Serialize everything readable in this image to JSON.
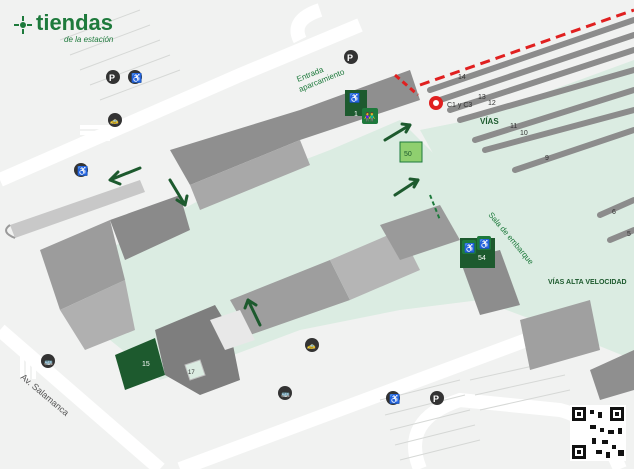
{
  "brand": {
    "name": "tiendas",
    "tagline": "de la estación",
    "color": "#1e7a3c"
  },
  "labels": {
    "entrance": [
      "Entrada",
      "aparcamiento"
    ],
    "vias": "VÍAS",
    "vias_alta": "VÍAS ALTA VELOCIDAD",
    "sala": "Sala de embarque",
    "street": "Av. Salamanca",
    "cercanias": "C1 y C3"
  },
  "track_numbers": [
    "14",
    "13",
    "12",
    "11",
    "10",
    "9",
    "6",
    "5"
  ],
  "shops": {
    "s1": "1",
    "s15": "15",
    "s17": "17",
    "s50": "50",
    "s54": "54"
  },
  "icons": [
    "parking-icon",
    "accessibility-icon",
    "taxi-icon",
    "bus-icon",
    "toilets-icon",
    "train-icon",
    "qr-code"
  ],
  "colors": {
    "green": "#1e7a3c",
    "dark_green": "#1d5a2e",
    "floor": "#dbece2",
    "red": "#e02020",
    "building": "#8f8f8f"
  }
}
